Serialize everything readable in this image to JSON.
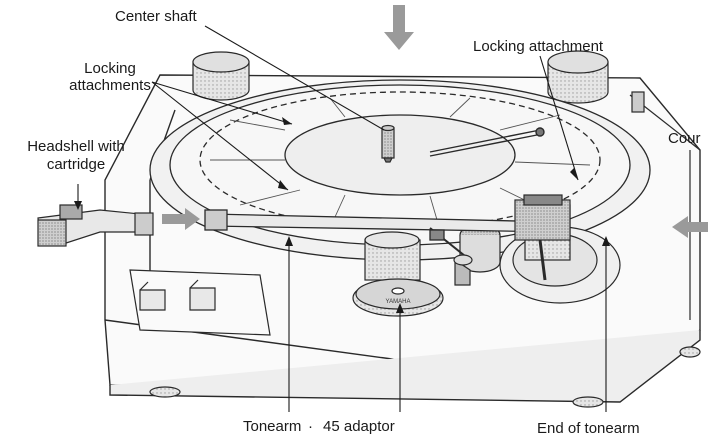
{
  "labels": {
    "center_shaft": "Center shaft",
    "locking_attachment": "Locking attachment",
    "locking_attachments_1": "Locking",
    "locking_attachments_2": "attachments",
    "headshell_1": "Headshell with",
    "headshell_2": "cartridge",
    "counterweight_partial": "Cour",
    "tonearm": "Tonearm",
    "separator": "·",
    "adaptor": "45 adaptor",
    "end_of_tonearm": "End of tonearm"
  },
  "badge": {
    "brand": "YAMAHA"
  },
  "colors": {
    "line": "#2a2a2a",
    "arrow": "#9a9a9a",
    "shade": "#d8d8d8",
    "dark": "#555555"
  }
}
